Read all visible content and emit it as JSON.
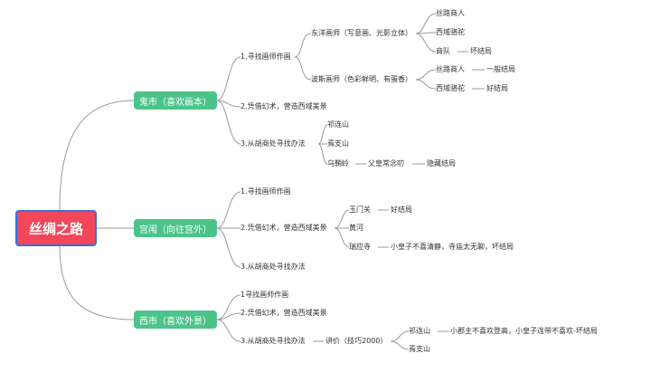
{
  "root": "丝绸之路",
  "branches": [
    {
      "label": "鬼市（喜欢画本）",
      "children": [
        {
          "label": "1.寻找画师作画",
          "children": [
            {
              "label": "东洋画师（写意画、光影立体）",
              "children": [
                "丝路商人",
                "西域骆驼",
                "商队",
                "坏结局"
              ]
            },
            {
              "label": "波斯画师（色彩鲜明、有蛋香）",
              "children": [
                "丝路商人",
                "一般结局",
                "西域骆驼",
                "好结局"
              ]
            }
          ]
        },
        {
          "label": "2.凭借幻术，营造西域美景"
        },
        {
          "label": "3.从胡商处寻找办法",
          "children": [
            "祁连山",
            "焉支山",
            "乌鞘岭",
            "父皇常念叨",
            "隐藏结局"
          ]
        }
      ]
    },
    {
      "label": "宫闱（向往宫外）",
      "children": [
        {
          "label": "1.寻找画师作画"
        },
        {
          "label": "2.凭借幻术，营造西域美景",
          "children": [
            "玉门关",
            "好结局",
            "黄河",
            "瑞应寺",
            "小皇子不喜清静，寺庙太无聊，坏结局"
          ]
        },
        {
          "label": "3.从胡商处寻找办法"
        }
      ]
    },
    {
      "label": "西市（喜欢外景）",
      "children": [
        {
          "label": "1寻找画师作画"
        },
        {
          "label": "2.凭借幻术，营造西域美景"
        },
        {
          "label": "3.从胡商处寻找办法",
          "children": [
            "讲价（技巧2000）",
            "祁连山",
            "小郡主不喜欢登高，小皇子连带不喜欢-坏结局",
            "焉支山"
          ]
        }
      ]
    }
  ]
}
